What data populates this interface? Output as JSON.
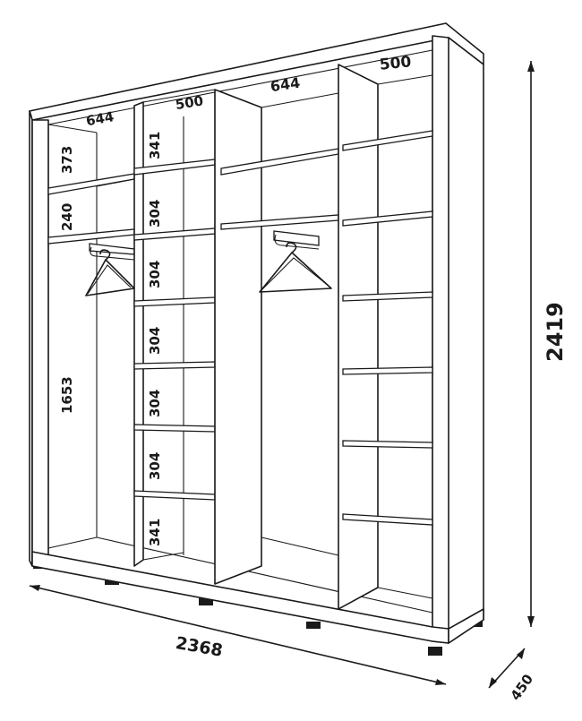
{
  "dimensions": {
    "total_width": "2368",
    "total_height": "2419",
    "depth": "450"
  },
  "top_widths": {
    "section_1": "644",
    "section_2": "500",
    "section_3": "644",
    "section_4": "500"
  },
  "section_1_heights": [
    "373",
    "240",
    "1653"
  ],
  "section_2_heights": [
    "341",
    "304",
    "304",
    "304",
    "304",
    "304",
    "341"
  ],
  "colors": {
    "stroke": "#1a1a1a",
    "background": "#ffffff"
  }
}
